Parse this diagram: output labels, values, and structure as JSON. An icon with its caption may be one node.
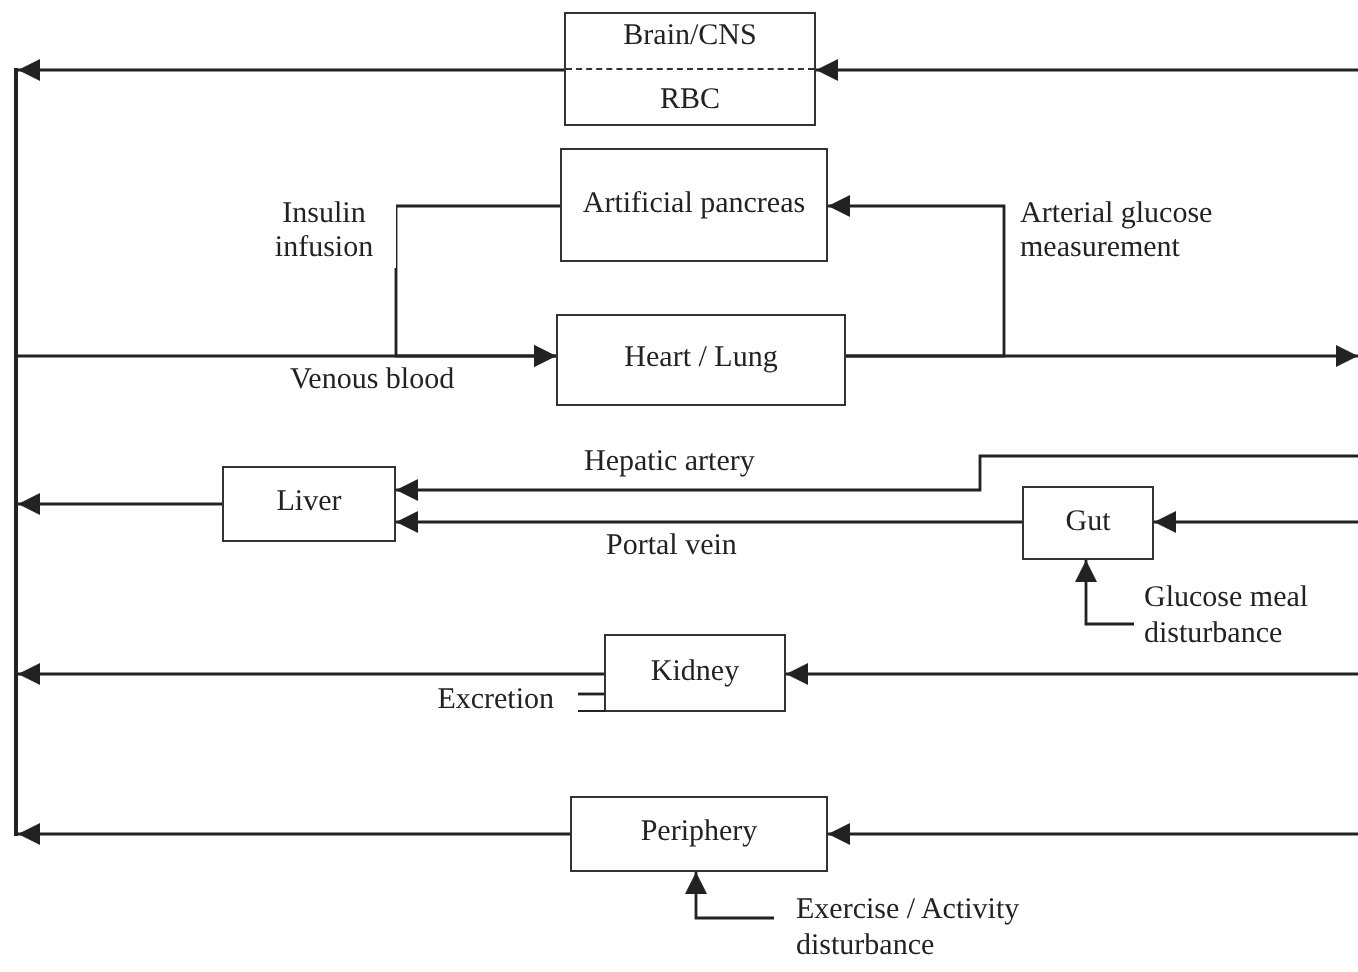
{
  "diagram": {
    "nodes": [
      {
        "text": [
          "Brain/CNS",
          "RBC"
        ]
      },
      {
        "text": [
          "Artificial pancreas"
        ]
      },
      {
        "text": [
          "Heart / Lung"
        ]
      },
      {
        "text": [
          "Liver"
        ]
      },
      {
        "text": [
          "Gut"
        ]
      },
      {
        "text": [
          "Kidney"
        ]
      },
      {
        "text": [
          "Periphery"
        ]
      },
      {
        "text": [],
        "shape": "bar"
      },
      {
        "text": [
          "Glucose meal disturbance"
        ]
      },
      {
        "text": [
          "Excretion"
        ]
      },
      {
        "text": [
          "Exercise / Activity disturbance"
        ]
      }
    ],
    "edges": [
      {
        "from": null,
        "to": 0,
        "arrow": "to"
      },
      {
        "from": 0,
        "to": 7,
        "arrow": "to"
      },
      {
        "from": 7,
        "to": 2,
        "arrow": "to",
        "label": "Venous blood"
      },
      {
        "from": 1,
        "to": 2,
        "arrow": "to",
        "label": "Insulin infusion"
      },
      {
        "from": 2,
        "to": null,
        "arrow": "to"
      },
      {
        "from": 2,
        "to": 1,
        "arrow": "to",
        "label": "Arterial glucose measurement"
      },
      {
        "from": null,
        "to": 3,
        "arrow": "to",
        "label": "Hepatic artery"
      },
      {
        "from": 4,
        "to": 3,
        "arrow": "to",
        "label": "Portal vein"
      },
      {
        "from": null,
        "to": 4,
        "arrow": "to"
      },
      {
        "from": 8,
        "to": 4,
        "arrow": "to"
      },
      {
        "from": 3,
        "to": 7,
        "arrow": "to"
      },
      {
        "from": null,
        "to": 5,
        "arrow": "to"
      },
      {
        "from": 5,
        "to": 9,
        "arrow": "none"
      },
      {
        "from": 5,
        "to": 7,
        "arrow": "to"
      },
      {
        "from": null,
        "to": 6,
        "arrow": "to"
      },
      {
        "from": 10,
        "to": 6,
        "arrow": "to"
      },
      {
        "from": 6,
        "to": 7,
        "arrow": "to"
      }
    ]
  }
}
